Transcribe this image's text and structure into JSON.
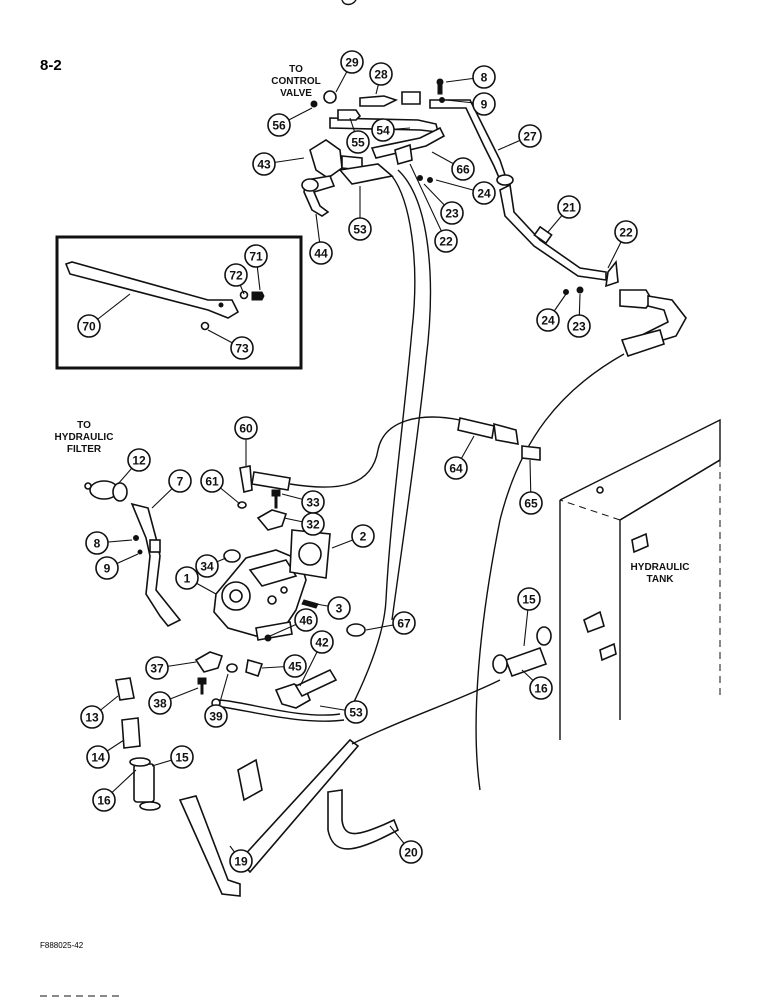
{
  "page_label": "8-2",
  "figure_code": "F888025-42",
  "labels": {
    "control_valve": [
      "TO",
      "CONTROL",
      "VALVE"
    ],
    "hydraulic_filter": [
      "TO",
      "HYDRAULIC",
      "FILTER"
    ],
    "hydraulic_tank": [
      "HYDRAULIC",
      "TANK"
    ]
  },
  "callouts": [
    {
      "n": "29"
    },
    {
      "n": "28"
    },
    {
      "n": "8"
    },
    {
      "n": "9"
    },
    {
      "n": "56"
    },
    {
      "n": "55"
    },
    {
      "n": "54"
    },
    {
      "n": "27"
    },
    {
      "n": "43"
    },
    {
      "n": "66"
    },
    {
      "n": "24"
    },
    {
      "n": "23"
    },
    {
      "n": "22"
    },
    {
      "n": "53"
    },
    {
      "n": "44"
    },
    {
      "n": "21"
    },
    {
      "n": "22"
    },
    {
      "n": "24"
    },
    {
      "n": "23"
    },
    {
      "n": "71"
    },
    {
      "n": "72"
    },
    {
      "n": "70"
    },
    {
      "n": "73"
    },
    {
      "n": "12"
    },
    {
      "n": "60"
    },
    {
      "n": "7"
    },
    {
      "n": "61"
    },
    {
      "n": "33"
    },
    {
      "n": "32"
    },
    {
      "n": "64"
    },
    {
      "n": "65"
    },
    {
      "n": "8"
    },
    {
      "n": "9"
    },
    {
      "n": "34"
    },
    {
      "n": "2"
    },
    {
      "n": "1"
    },
    {
      "n": "3"
    },
    {
      "n": "46"
    },
    {
      "n": "42"
    },
    {
      "n": "67"
    },
    {
      "n": "15"
    },
    {
      "n": "37"
    },
    {
      "n": "45"
    },
    {
      "n": "16"
    },
    {
      "n": "38"
    },
    {
      "n": "13"
    },
    {
      "n": "39"
    },
    {
      "n": "53"
    },
    {
      "n": "14"
    },
    {
      "n": "15"
    },
    {
      "n": "16"
    },
    {
      "n": "19"
    },
    {
      "n": "20"
    }
  ]
}
